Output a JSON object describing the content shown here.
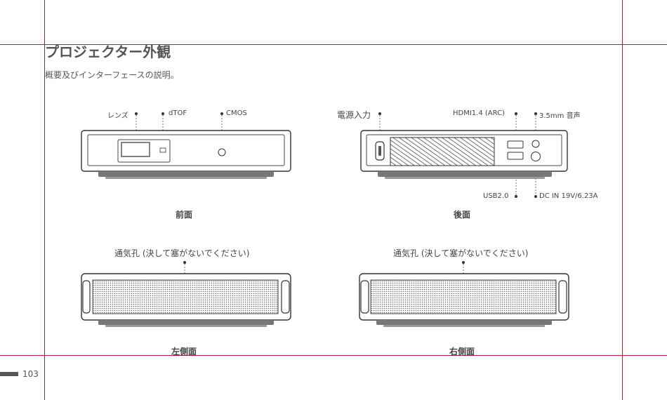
{
  "page": {
    "title": "プロジェクター外観",
    "subtitle": "概要及びインターフェースの説明。",
    "page_number": "103"
  },
  "front": {
    "caption": "前面",
    "labels": {
      "lens": "レンズ",
      "dtof": "dTOF",
      "cmos": "CMOS"
    }
  },
  "back": {
    "caption": "後面",
    "labels": {
      "power": "電源入力",
      "hdmi": "HDMI1.4 (ARC)",
      "audio": "3.5mm 音声",
      "usb": "USB2.0",
      "dc": "DC IN 19V/6.23A"
    }
  },
  "left_side": {
    "caption": "左側面",
    "vent_note": "通気孔 (決して塞がないでください)"
  },
  "right_side": {
    "caption": "右側面",
    "vent_note": "通気孔 (決して塞がないでください)"
  }
}
